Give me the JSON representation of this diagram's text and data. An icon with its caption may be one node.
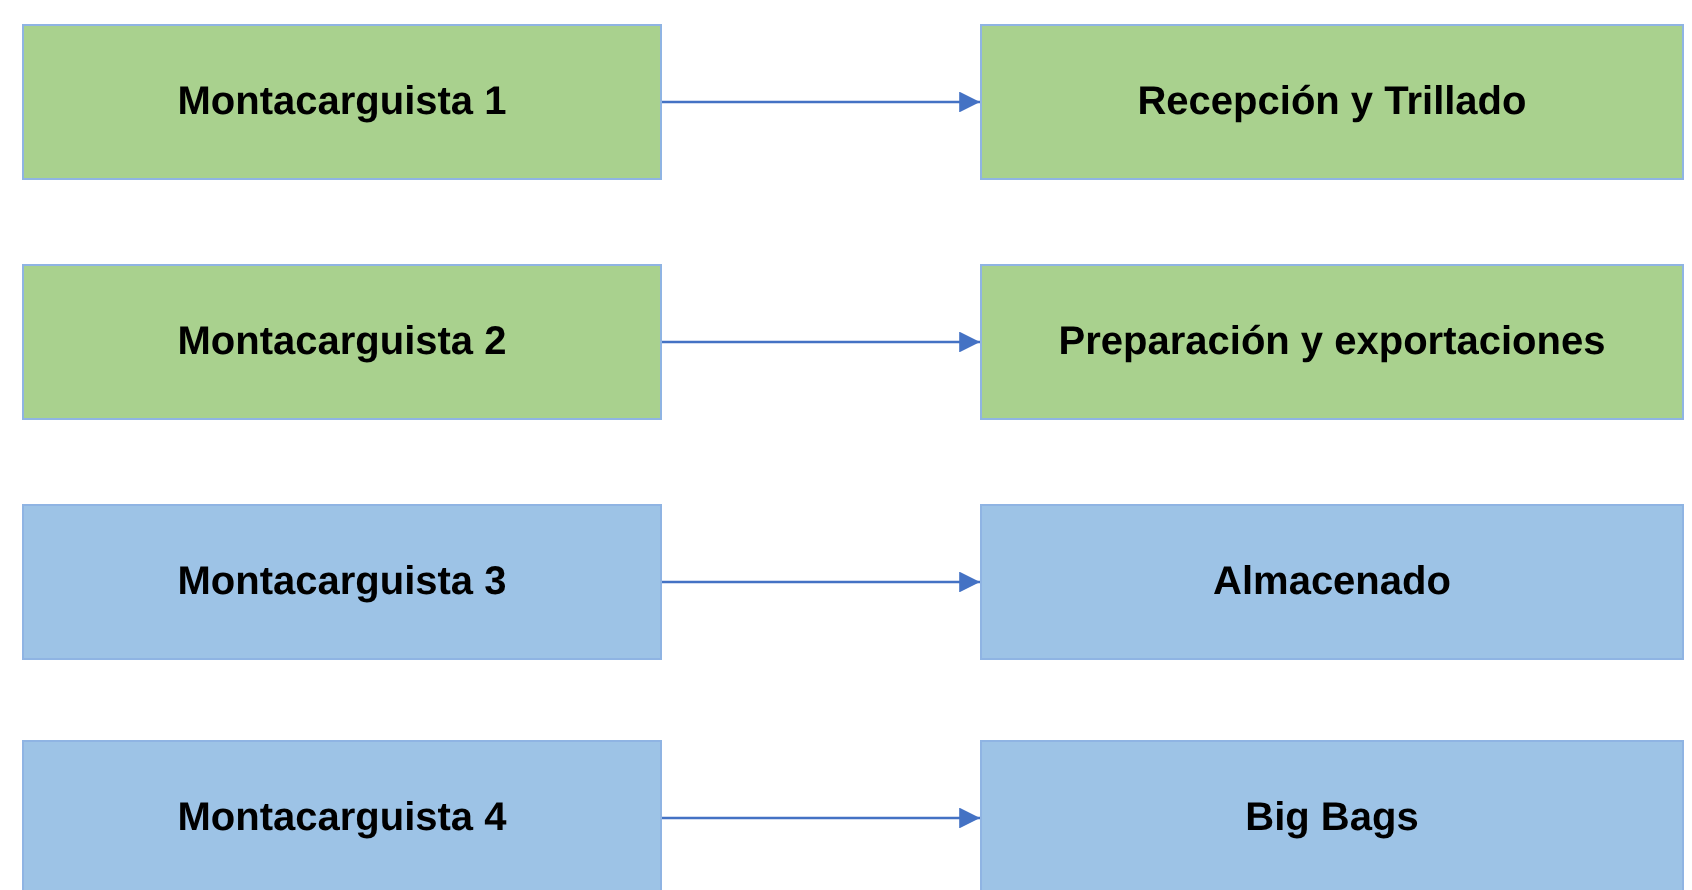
{
  "diagram": {
    "nodes": [
      {
        "text": [
          "Montacarguista 1"
        ]
      },
      {
        "text": [
          "Recepción y Trillado"
        ]
      },
      {
        "text": [
          "Montacarguista 2"
        ]
      },
      {
        "text": [
          "Preparación y exportaciones"
        ]
      },
      {
        "text": [
          "Montacarguista 3"
        ]
      },
      {
        "text": [
          "Almacenado"
        ]
      },
      {
        "text": [
          "Montacarguista 4"
        ]
      },
      {
        "text": [
          "Big Bags"
        ]
      }
    ],
    "edges": [
      {
        "from": 0,
        "to": 1,
        "arrow": "to"
      },
      {
        "from": 2,
        "to": 3,
        "arrow": "to"
      },
      {
        "from": 4,
        "to": 5,
        "arrow": "to"
      },
      {
        "from": 6,
        "to": 7,
        "arrow": "to"
      }
    ]
  }
}
